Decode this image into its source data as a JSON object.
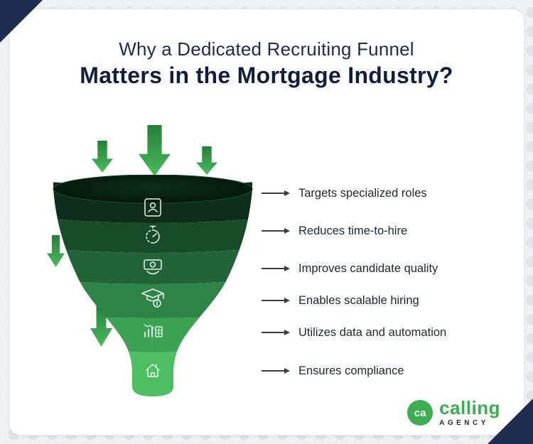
{
  "title": {
    "line1": "Why a Dedicated Recruiting Funnel",
    "line2": "Matters in the Mortgage Industry?"
  },
  "benefits": [
    {
      "icon": "resume-search-icon",
      "label": "Targets specialized roles"
    },
    {
      "icon": "stopwatch-icon",
      "label": "Reduces time-to-hire"
    },
    {
      "icon": "salary-handshake-icon",
      "label": "Improves candidate quality"
    },
    {
      "icon": "graduate-dollar-icon",
      "label": "Enables scalable hiring"
    },
    {
      "icon": "data-automation-icon",
      "label": "Utilizes data and automation"
    },
    {
      "icon": "house-compliance-icon",
      "label": "Ensures compliance"
    }
  ],
  "funnel": {
    "band_colors": [
      "#0e2d1c",
      "#174b2a",
      "#226437",
      "#2e8446",
      "#3ca355",
      "#4dbe62"
    ],
    "mouth_colors": [
      "#0d2f1b",
      "#03130a"
    ],
    "arrow_gradient": [
      "#23803a",
      "#4cba5e"
    ]
  },
  "logo": {
    "monogram": "ca",
    "name": "calling",
    "subtitle": "AGENCY",
    "accent_color": "#3aae50"
  },
  "colors": {
    "background": "#eef0f3",
    "dot": "#e0e4e8",
    "card": "#ffffff",
    "title_text": "#101f3e",
    "label_text": "#1d2735",
    "corner_accent": "#1c2d50",
    "row_arrow": "#343c49"
  }
}
